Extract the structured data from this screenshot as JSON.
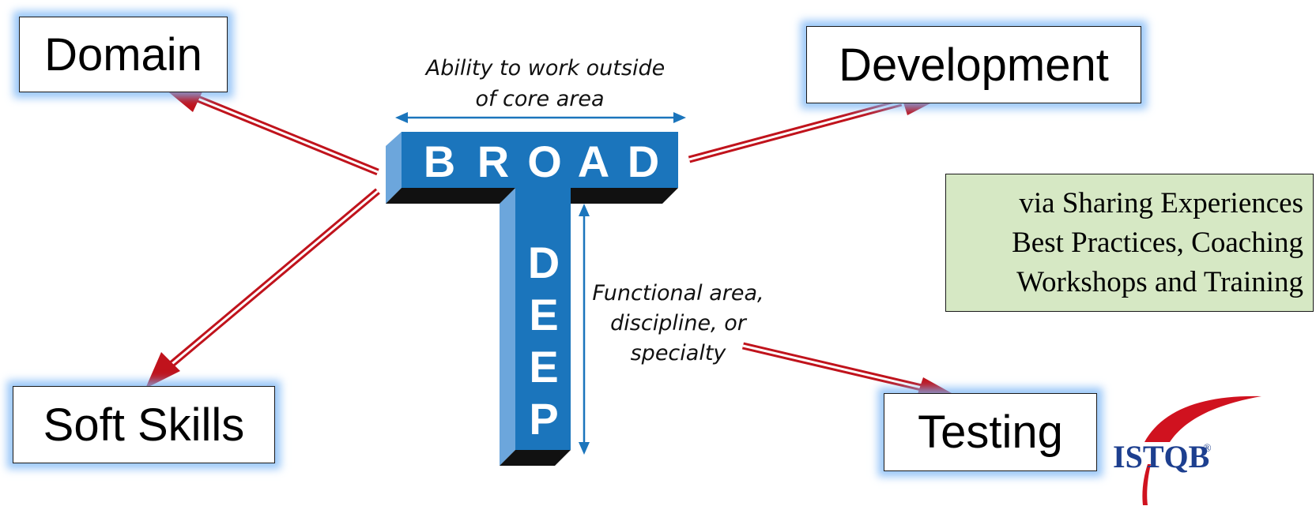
{
  "boxes": {
    "domain": "Domain",
    "development": "Development",
    "soft_skills": "Soft Skills",
    "testing": "Testing"
  },
  "t_shape": {
    "broad_letters": [
      "B",
      "R",
      "O",
      "A",
      "D"
    ],
    "deep_letters": [
      "D",
      "E",
      "E",
      "P"
    ],
    "top_caption_line1": "Ability to work outside",
    "top_caption_line2": "of core area",
    "side_caption_line1": "Functional area,",
    "side_caption_line2": "discipline, or",
    "side_caption_line3": "specialty"
  },
  "note": {
    "line1": "via Sharing Experiences",
    "line2": "Best Practices, Coaching",
    "line3": "Workshops and Training"
  },
  "logo": {
    "text": "ISTQB",
    "mark": "®"
  },
  "colors": {
    "t_blue": "#1b75bc",
    "t_light": "#6ca6dc",
    "arrow_red": "#c0131c",
    "note_green": "#d6e8c4",
    "box_glow": "#78b4f5"
  }
}
